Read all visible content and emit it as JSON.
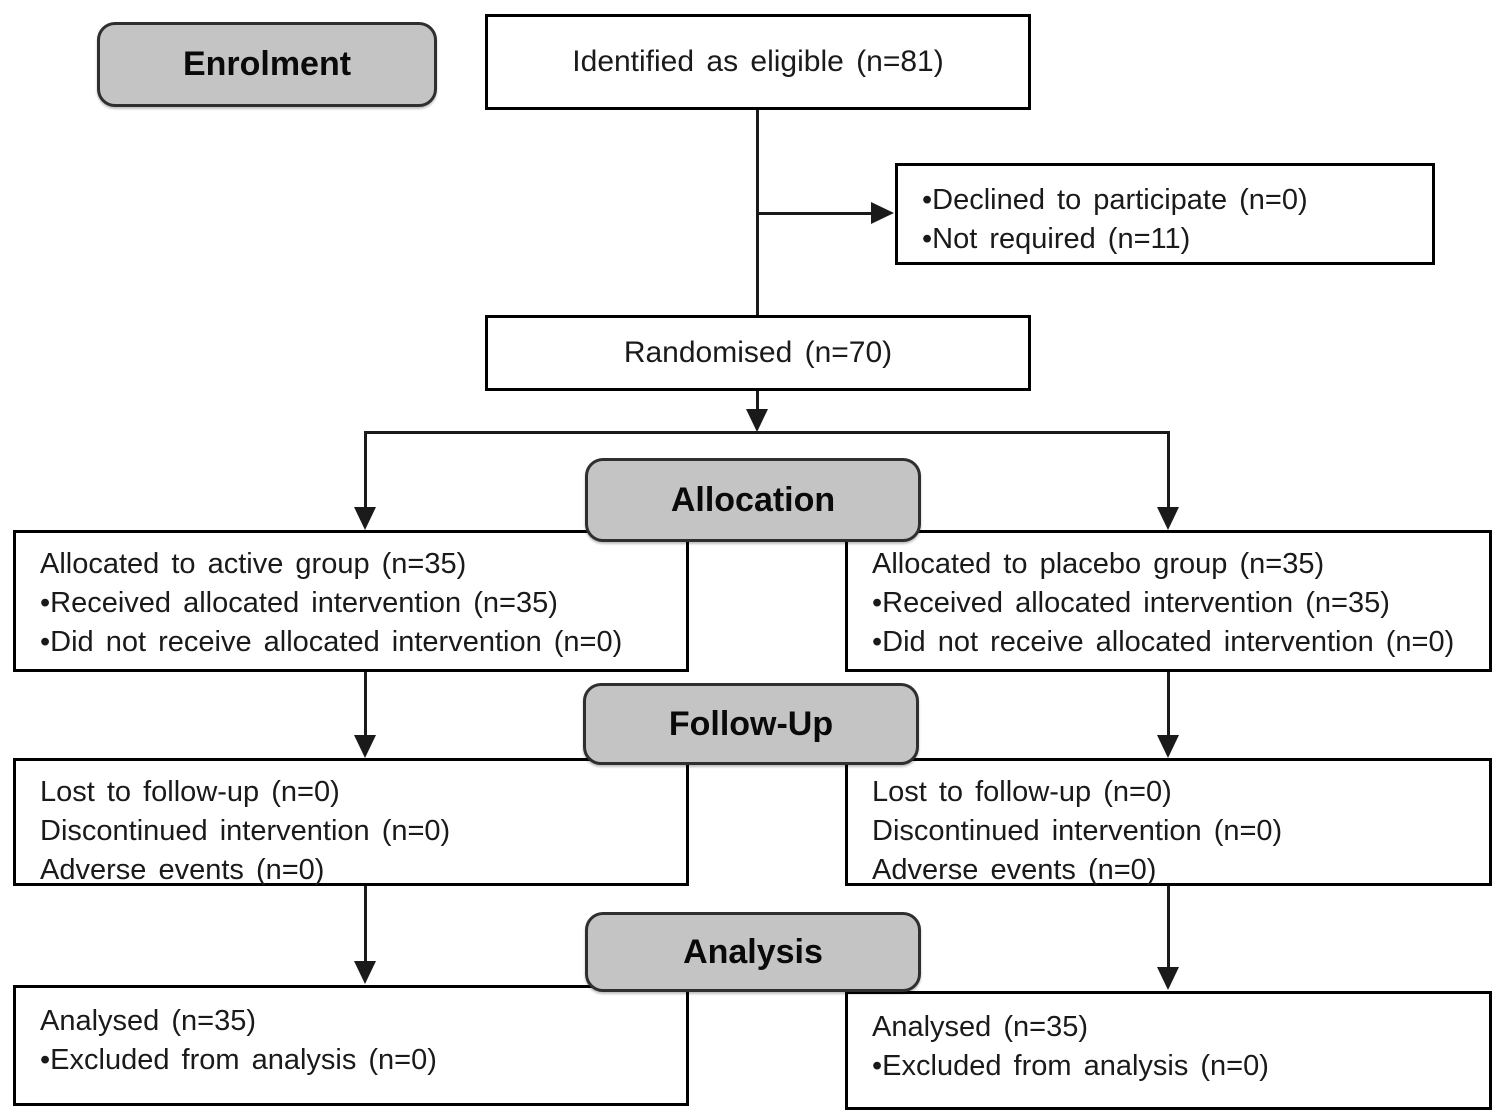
{
  "diagram": {
    "title": "CONSORT participant flow diagram",
    "stages": {
      "enrolment": "Enrolment",
      "allocation": "Allocation",
      "followup": "Follow-Up",
      "analysis": "Analysis"
    },
    "boxes": {
      "eligible": "Identified as eligible (n=81)",
      "declined_lines": [
        "•Declined to participate (n=0)",
        "•Not required (n=11)"
      ],
      "randomised": "Randomised (n=70)",
      "alloc_active_lines": [
        "Allocated to active group (n=35)",
        "•Received allocated intervention (n=35)",
        "•Did not receive allocated intervention (n=0)"
      ],
      "alloc_placebo_lines": [
        "Allocated to placebo group (n=35)",
        "•Received allocated intervention (n=35)",
        "•Did not receive allocated intervention (n=0)"
      ],
      "followup_active_lines": [
        "Lost to follow-up (n=0)",
        "Discontinued intervention (n=0)",
        "Adverse events (n=0)"
      ],
      "followup_placebo_lines": [
        "Lost to follow-up (n=0)",
        "Discontinued intervention (n=0)",
        "Adverse events (n=0)"
      ],
      "analysis_active_lines": [
        "Analysed (n=35)",
        "•Excluded from analysis (n=0)"
      ],
      "analysis_placebo_lines": [
        "Analysed (n=35)",
        "•Excluded from analysis (n=0)"
      ]
    },
    "counts": {
      "eligible": 81,
      "declined": 0,
      "not_required": 11,
      "randomised": 70,
      "active_allocated": 35,
      "placebo_allocated": 35,
      "active_analysed": 35,
      "placebo_analysed": 35
    },
    "colors": {
      "stage_fill": "#c4c4c4",
      "stage_border": "#2f2f2f",
      "box_border": "#000000",
      "line": "#1a1a1a",
      "text": "#1a1a1a",
      "background": "#ffffff"
    }
  }
}
